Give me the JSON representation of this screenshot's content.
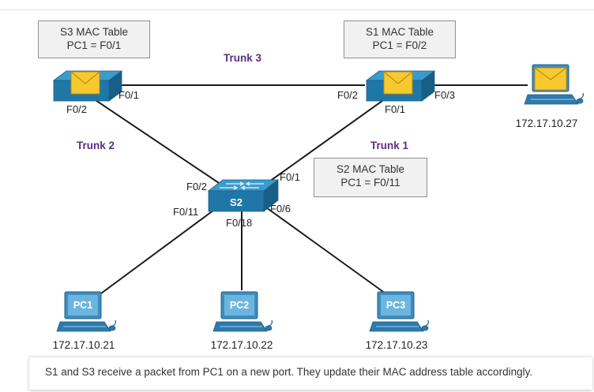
{
  "links": {
    "trunk1": "Trunk 1",
    "trunk2": "Trunk 2",
    "trunk3": "Trunk 3"
  },
  "mac_tables": {
    "s3": {
      "title": "S3 MAC Table",
      "entry": "PC1 = F0/1"
    },
    "s1": {
      "title": "S1 MAC Table",
      "entry": "PC1 = F0/2"
    },
    "s2": {
      "title": "S2 MAC Table",
      "entry": "PC1 = F0/11"
    }
  },
  "switches": {
    "s2": {
      "label": "S2"
    }
  },
  "ports": {
    "s3_f01": "F0/1",
    "s3_f02": "F0/2",
    "s1_f02": "F0/2",
    "s1_f03": "F0/3",
    "s1_f01": "F0/1",
    "s2_f01": "F0/1",
    "s2_f02": "F0/2",
    "s2_f011": "F0/11",
    "s2_f06": "F0/6",
    "s2_f018": "F0/18"
  },
  "hosts": {
    "pc1": {
      "label": "PC1",
      "ip": "172.17.10.21"
    },
    "pc2": {
      "label": "PC2",
      "ip": "172.17.10.22"
    },
    "pc3": {
      "label": "PC3",
      "ip": "172.17.10.23"
    },
    "pc_s1": {
      "ip": "172.17.10.27"
    }
  },
  "caption": "S1 and S3 receive a packet from PC1 on a new port. They update their MAC address table accordingly.",
  "colors": {
    "link": "#1a1a1a",
    "trunk_label": "#5b2d82",
    "switch_top": "#2f8fc0",
    "switch_front": "#1b6f9e",
    "envelope": "#f7c62e",
    "pc_screen": "#5aa7d3",
    "pc_body": "#3b87b8"
  },
  "icons": [
    "switch-icon",
    "envelope-icon",
    "pc-icon"
  ]
}
